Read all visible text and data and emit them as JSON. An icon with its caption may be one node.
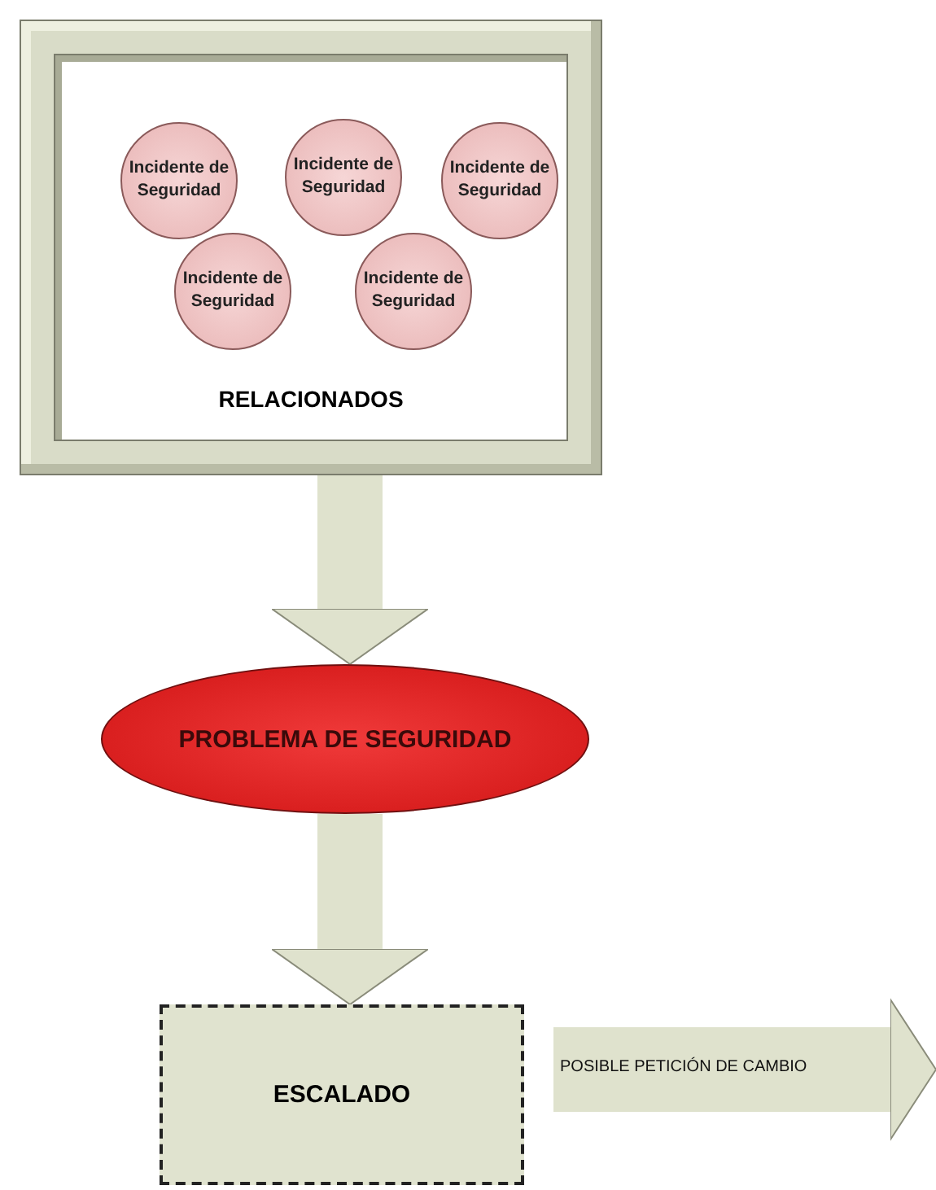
{
  "diagram": {
    "nodes": [
      {
        "text": [
          "RELACIONADOS"
        ]
      },
      {
        "text": [
          "Incidente de Seguridad"
        ],
        "in": 0
      },
      {
        "text": [
          "Incidente de Seguridad"
        ],
        "in": 0
      },
      {
        "text": [
          "Incidente de Seguridad"
        ],
        "in": 0
      },
      {
        "text": [
          "Incidente de Seguridad"
        ],
        "in": 0
      },
      {
        "text": [
          "Incidente de Seguridad"
        ],
        "in": 0
      },
      {
        "text": [
          "PROBLEMA DE SEGURIDAD"
        ]
      },
      {
        "text": [
          "ESCALADO"
        ]
      }
    ],
    "edges": [
      {
        "from": 0,
        "to": 6,
        "arrow": "to"
      },
      {
        "from": 6,
        "to": 7,
        "arrow": "to"
      },
      {
        "from": 7,
        "to": null,
        "arrow": "to",
        "label": "POSIBLE PETICIÓN DE CAMBIO"
      }
    ]
  }
}
